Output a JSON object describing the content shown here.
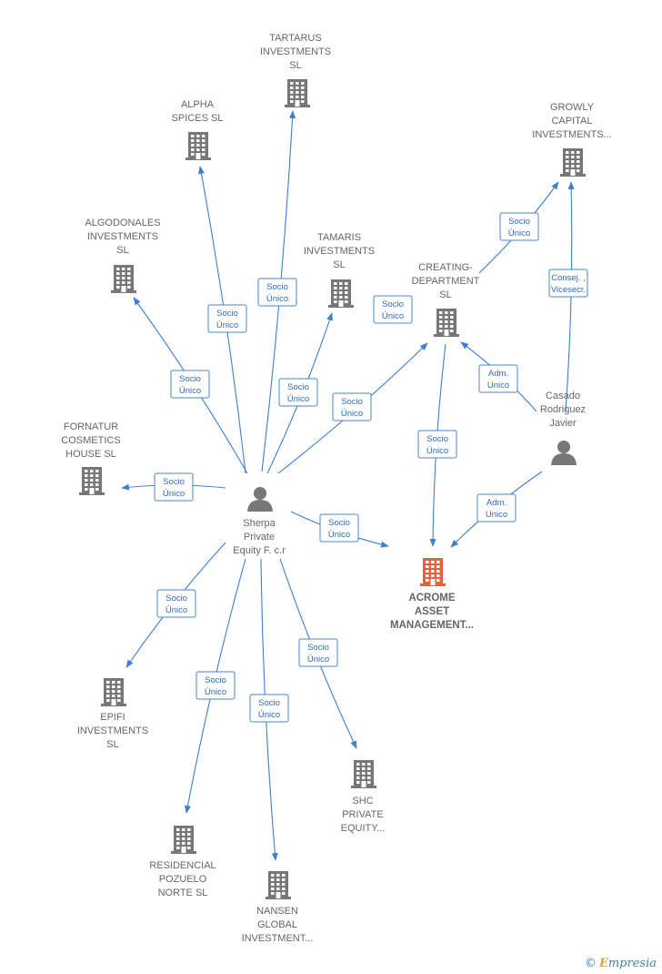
{
  "colors": {
    "company": "#777777",
    "focus_company": "#e8603c",
    "person": "#777777",
    "edge": "#3d7fd0",
    "label": "#666666"
  },
  "nodes": [
    {
      "id": "tartarus",
      "kind": "company",
      "lines": [
        "TARTARUS",
        "INVESTMENTS",
        "SL"
      ]
    },
    {
      "id": "alpha",
      "kind": "company",
      "lines": [
        "ALPHA",
        "SPICES  SL"
      ]
    },
    {
      "id": "growly",
      "kind": "company",
      "lines": [
        "GROWLY",
        "CAPITAL",
        "INVESTMENTS..."
      ]
    },
    {
      "id": "algodonales",
      "kind": "company",
      "lines": [
        "ALGODONALES",
        "INVESTMENTS",
        "SL"
      ]
    },
    {
      "id": "tamaris",
      "kind": "company",
      "lines": [
        "TAMARIS",
        "INVESTMENTS",
        "SL"
      ]
    },
    {
      "id": "creating",
      "kind": "company",
      "lines": [
        "CREATING-",
        "DEPARTMENT",
        "SL"
      ]
    },
    {
      "id": "fornatur",
      "kind": "company",
      "lines": [
        "FORNATUR",
        "COSMETICS",
        "HOUSE  SL"
      ]
    },
    {
      "id": "casado",
      "kind": "person",
      "lines": [
        "Casado",
        "Rodriguez",
        "Javier"
      ]
    },
    {
      "id": "sherpa",
      "kind": "person",
      "lines": [
        "Sherpa",
        "Private",
        "Equity F. c.r"
      ]
    },
    {
      "id": "acrome",
      "kind": "focus",
      "lines": [
        "ACROME",
        "ASSET",
        "MANAGEMENT..."
      ]
    },
    {
      "id": "epifi",
      "kind": "company",
      "lines": [
        "EPIFI",
        "INVESTMENTS",
        "SL"
      ]
    },
    {
      "id": "shc",
      "kind": "company",
      "lines": [
        "SHC",
        "PRIVATE",
        "EQUITY..."
      ]
    },
    {
      "id": "residencial",
      "kind": "company",
      "lines": [
        "RESIDENCIAL",
        "POZUELO",
        "NORTE  SL"
      ]
    },
    {
      "id": "nansen",
      "kind": "company",
      "lines": [
        "NANSEN",
        "GLOBAL",
        "INVESTMENT..."
      ]
    }
  ],
  "edges": [
    {
      "from": "sherpa",
      "to": "tartarus",
      "label": [
        "Socio",
        "Único"
      ]
    },
    {
      "from": "sherpa",
      "to": "alpha",
      "label": [
        "Socio",
        "Único"
      ]
    },
    {
      "from": "sherpa",
      "to": "algodonales",
      "label": [
        "Socio",
        "Único"
      ]
    },
    {
      "from": "sherpa",
      "to": "tamaris",
      "label": [
        "Socio",
        "Único"
      ]
    },
    {
      "from": "sherpa",
      "to": "creating",
      "label": [
        "Socio",
        "Único"
      ]
    },
    {
      "from": "sherpa",
      "to": "fornatur",
      "label": [
        "Socio",
        "Único"
      ]
    },
    {
      "from": "sherpa",
      "to": "acrome",
      "label": [
        "Socio",
        "Único"
      ]
    },
    {
      "from": "sherpa",
      "to": "epifi",
      "label": [
        "Socio",
        "Único"
      ]
    },
    {
      "from": "sherpa",
      "to": "residencial",
      "label": [
        "Socio",
        "Único"
      ]
    },
    {
      "from": "sherpa",
      "to": "nansen",
      "label": [
        "Socio",
        "Único"
      ]
    },
    {
      "from": "sherpa",
      "to": "shc",
      "label": [
        "Socio",
        "Único"
      ]
    },
    {
      "from": "creating",
      "to": "growly",
      "label": [
        "Socio",
        "Único"
      ]
    },
    {
      "from": "creating",
      "to": "acrome",
      "label": [
        "Socio",
        "Único"
      ]
    },
    {
      "from": "casado",
      "to": "growly",
      "label": [
        "Consej. ,",
        "Vicesecr."
      ]
    },
    {
      "from": "casado",
      "to": "creating",
      "label": [
        "Adm.",
        "Unico"
      ]
    },
    {
      "from": "casado",
      "to": "acrome",
      "label": [
        "Adm.",
        "Unico"
      ]
    }
  ],
  "standalone_label": {
    "lines": [
      "Socio",
      "Único"
    ]
  },
  "watermark": {
    "symbol": "©",
    "brand_initial": "E",
    "brand_rest": "mpresia"
  }
}
